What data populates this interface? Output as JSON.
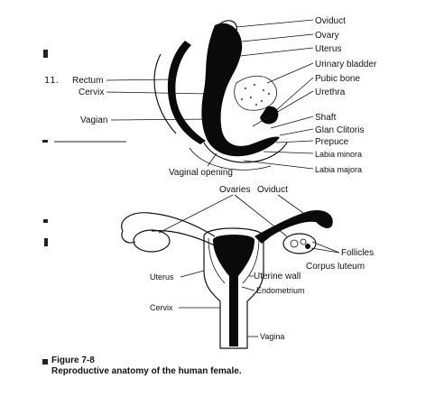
{
  "figure": {
    "number": "Figure 7-8",
    "caption": "Reproductive anatomy of the human female."
  },
  "margin": {
    "item_number": "11."
  },
  "sagittal_view": {
    "labels_right": [
      "Oviduct",
      "Ovary",
      "Uterus",
      "Urinary bladder",
      "Pubic bone",
      "Urethra",
      "Shaft",
      "Glan Clitoris",
      "Prepuce",
      "Labia minora",
      "Labia majora"
    ],
    "labels_left": [
      "Rectum",
      "Cervix",
      "Vagian"
    ],
    "label_bottom": "Vaginal opening"
  },
  "frontal_view": {
    "label_top_ovaries": "Ovaries",
    "label_top_oviduct": "Oviduct",
    "label_follicles": "Follicles",
    "label_corpus_luteum": "Corpus luteum",
    "label_uterus": "Uterus",
    "label_uterine_wall": "Uterine wall",
    "label_endometrium": "Endometrium",
    "label_cervix": "Cervix",
    "label_vagina": "Vagina"
  }
}
